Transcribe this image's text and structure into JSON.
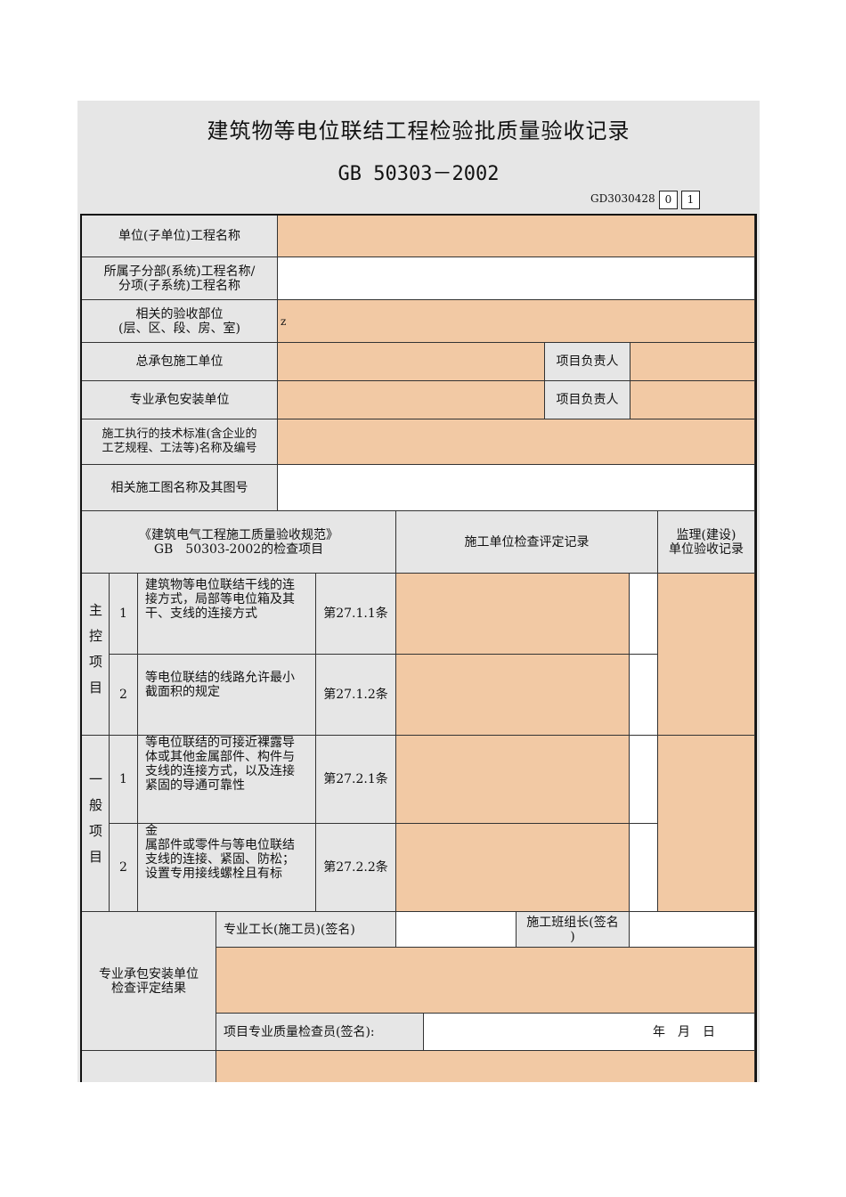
{
  "header": {
    "title": "建筑物等电位联结工程检验批质量验收记录",
    "standard": "GB 50303－2002",
    "form_code": "GD3030428",
    "box1": "0",
    "box2": "1"
  },
  "info": {
    "unit_project_label": "单位(子单位)工程名称",
    "subdivision_label": "所属子分部(系统)工程名称/\n分项(子系统)工程名称",
    "location_label": "相关的验收部位\n(层、区、段、房、室)",
    "location_value": "z",
    "general_contractor_label": "总承包施工单位",
    "pm_label_1": "项目负责人",
    "sub_contractor_label": "专业承包安装单位",
    "pm_label_2": "项目负责人",
    "standard_label": "施工执行的技术标准(含企业的\n工艺规程、工法等)名称及编号",
    "drawing_label": "相关施工图名称及其图号"
  },
  "checklist": {
    "spec_header": "《建筑电气工程施工质量验收规范》\nGB　50303-2002的检查项目",
    "construction_header": "施工单位检查评定记录",
    "supervision_header": "监理(建设)\n单位验收记录",
    "main_group": "主控项目",
    "general_group": "一般项目",
    "main_items": [
      {
        "no": "1",
        "text": "建筑物等电位联结干线的连\n接方式，局部等电位箱及其\n干、支线的连接方式",
        "clause": "第27.1.1条"
      },
      {
        "no": "2",
        "text": "等电位联结的线路允许最小\n截面积的规定",
        "clause": "第27.1.2条"
      }
    ],
    "general_items": [
      {
        "no": "1",
        "text": "等电位联结的可接近裸露导\n体或其他金属部件、构件与\n支线的连接方式，以及连接\n紧固的导通可靠性",
        "clause": "第27.2.1条"
      },
      {
        "no": "2",
        "text": "金\n属部件或零件与等电位联结\n支线的连接、紧固、防松；\n设置专用接线螺栓且有标",
        "clause": "第27.2.2条"
      }
    ]
  },
  "signoff": {
    "foreman_label": "专业工长(施工员)(签名)",
    "team_leader_label": "施工班组长(签名\n)",
    "result_label": "专业承包安装单位\n检查评定结果",
    "inspector_label": "项目专业质量检查员(签名):",
    "date_label": "年　月　日"
  }
}
